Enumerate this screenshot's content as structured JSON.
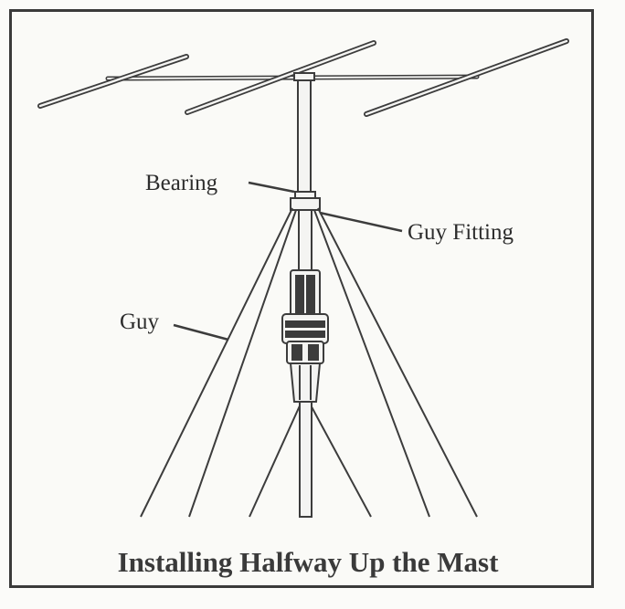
{
  "diagram": {
    "title": "Installing Halfway Up the Mast",
    "labels": {
      "bearing": "Bearing",
      "guy_fitting": "Guy Fitting",
      "guy": "Guy"
    },
    "colors": {
      "line": "#3c3c3c",
      "frame": "#3a3a3a",
      "background": "#fafaf7"
    }
  }
}
